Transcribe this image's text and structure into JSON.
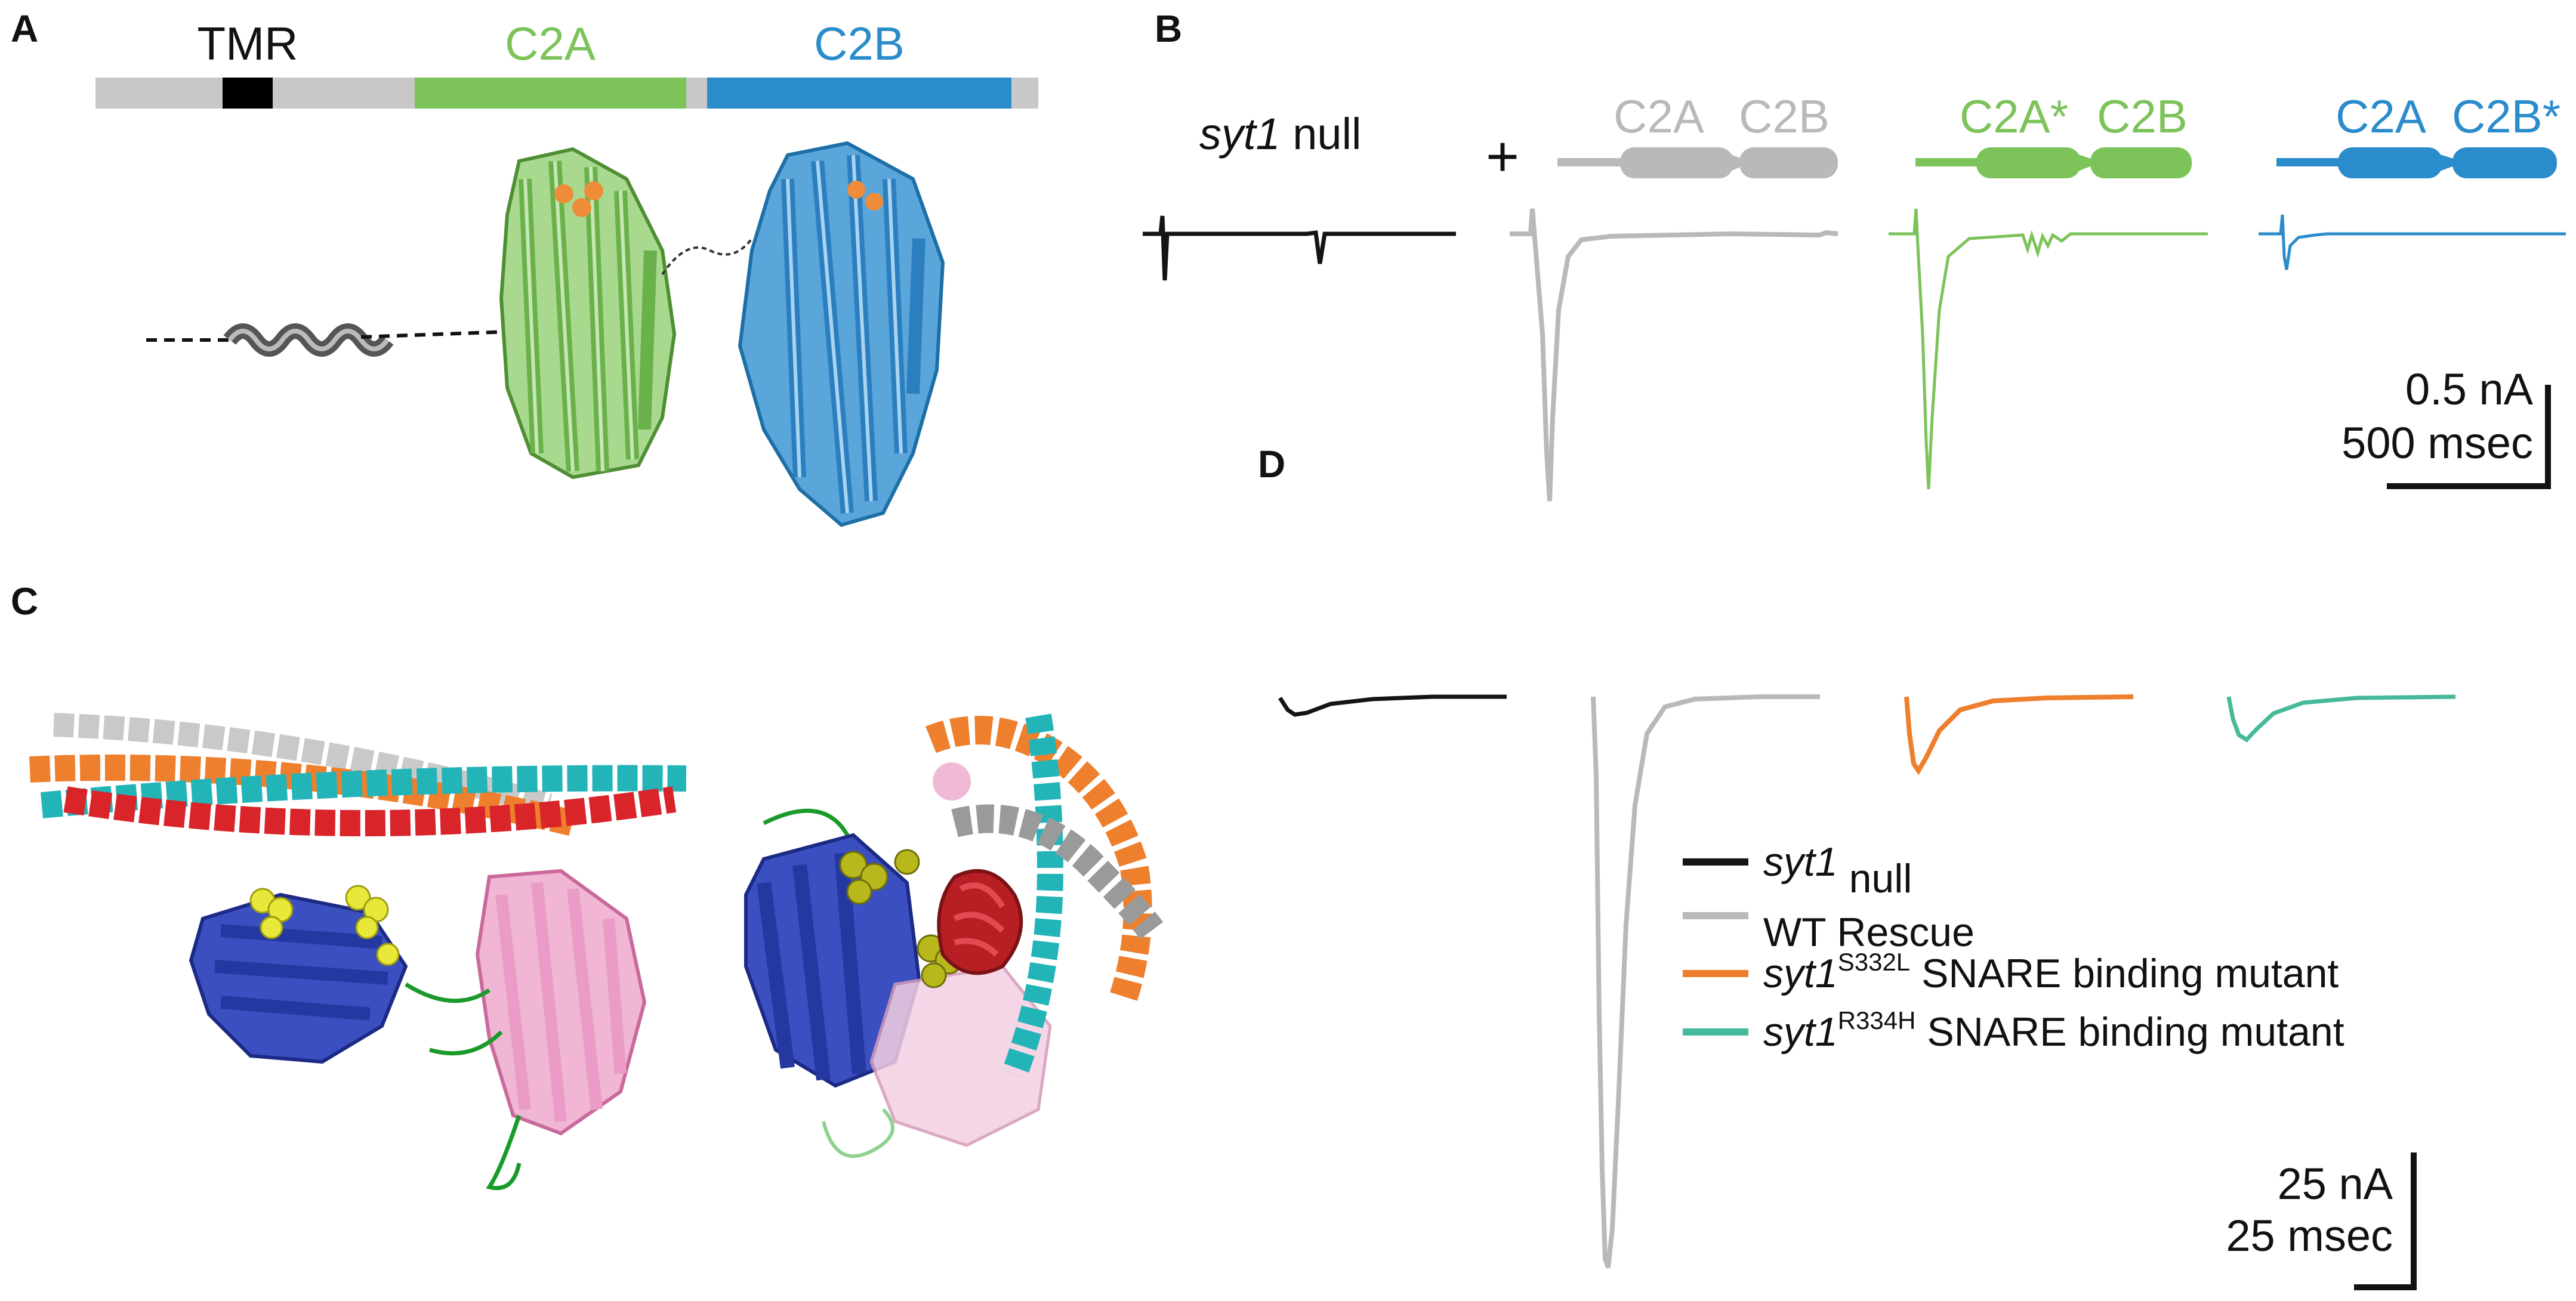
{
  "colors": {
    "black": "#141414",
    "gray": "#b9b9b9",
    "green": "#7cc35a",
    "blue": "#2b8ccb",
    "orange": "#ee7f2c",
    "teal": "#45b99a",
    "ca": "#ef8c3a",
    "yellow": "#e8e83a",
    "darkblue": "#2537a0",
    "pink": "#ea9cc6",
    "red": "#d9242a",
    "cyan": "#23b4b8",
    "darkgreen": "#1a9a2a"
  },
  "panels": {
    "a": {
      "letter": "A",
      "tmr": "TMR",
      "c2a": "C2A",
      "c2b": "C2B"
    },
    "b": {
      "letter": "B",
      "null_label_italic": "syt1",
      "null_label_rest": " null",
      "plus": "+",
      "constructs": [
        {
          "c2a": "C2A",
          "c2b": "C2B"
        },
        {
          "c2a": "C2A*",
          "c2b": "C2B"
        },
        {
          "c2a": "C2A",
          "c2b": "C2B*"
        }
      ],
      "scale_y": "0.5 nA",
      "scale_x": "500 msec"
    },
    "c": {
      "letter": "C"
    },
    "d": {
      "letter": "D",
      "legend": [
        {
          "italic": "syt1",
          "sup": "",
          "text": " null"
        },
        {
          "italic": "",
          "sup": "",
          "text": "WT Rescue"
        },
        {
          "italic": "syt1",
          "sup": "S332L",
          "text": " SNARE binding mutant"
        },
        {
          "italic": "syt1",
          "sup": "R334H",
          "text": " SNARE binding mutant"
        }
      ],
      "scale_y": "25 nA",
      "scale_x": "25 msec"
    }
  }
}
